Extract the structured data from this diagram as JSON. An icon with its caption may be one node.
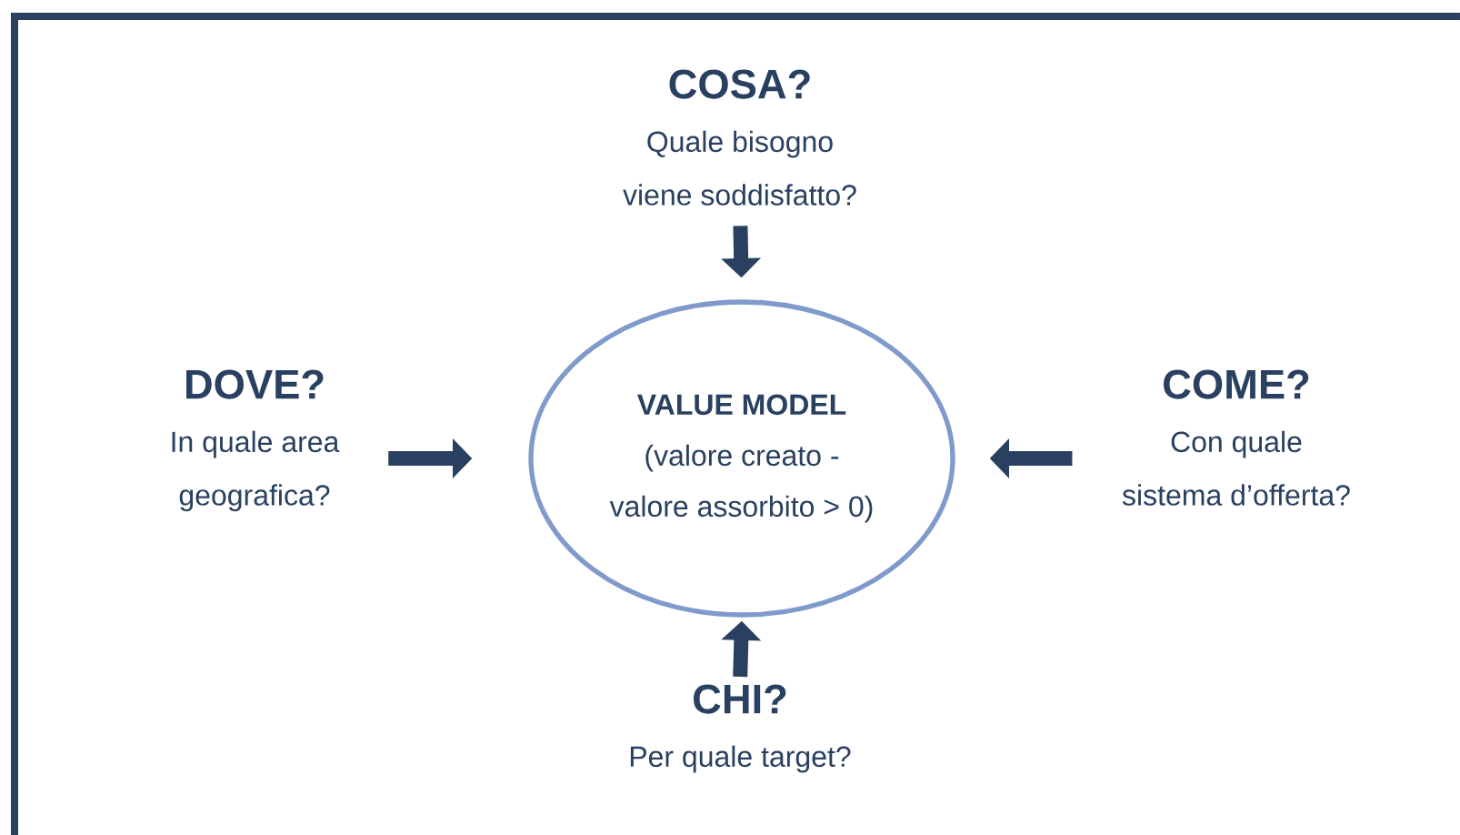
{
  "diagram": {
    "nodes": [
      {
        "text": [
          "VALUE MODEL",
          "(valore creato - valore assorbito > 0)"
        ]
      },
      {
        "text": [
          "COSA?",
          "Quale bisogno viene soddisfatto?"
        ]
      },
      {
        "text": [
          "DOVE?",
          "In quale area geografica?"
        ]
      },
      {
        "text": [
          "COME?",
          "Con quale sistema d’offerta?"
        ]
      },
      {
        "text": [
          "CHI?",
          "Per quale target?"
        ]
      }
    ],
    "edges": [
      {
        "from": 1,
        "to": 0,
        "arrow": "to"
      },
      {
        "from": 2,
        "to": 0,
        "arrow": "to"
      },
      {
        "from": 3,
        "to": 0,
        "arrow": "to"
      },
      {
        "from": 4,
        "to": 0,
        "arrow": "to"
      }
    ]
  }
}
